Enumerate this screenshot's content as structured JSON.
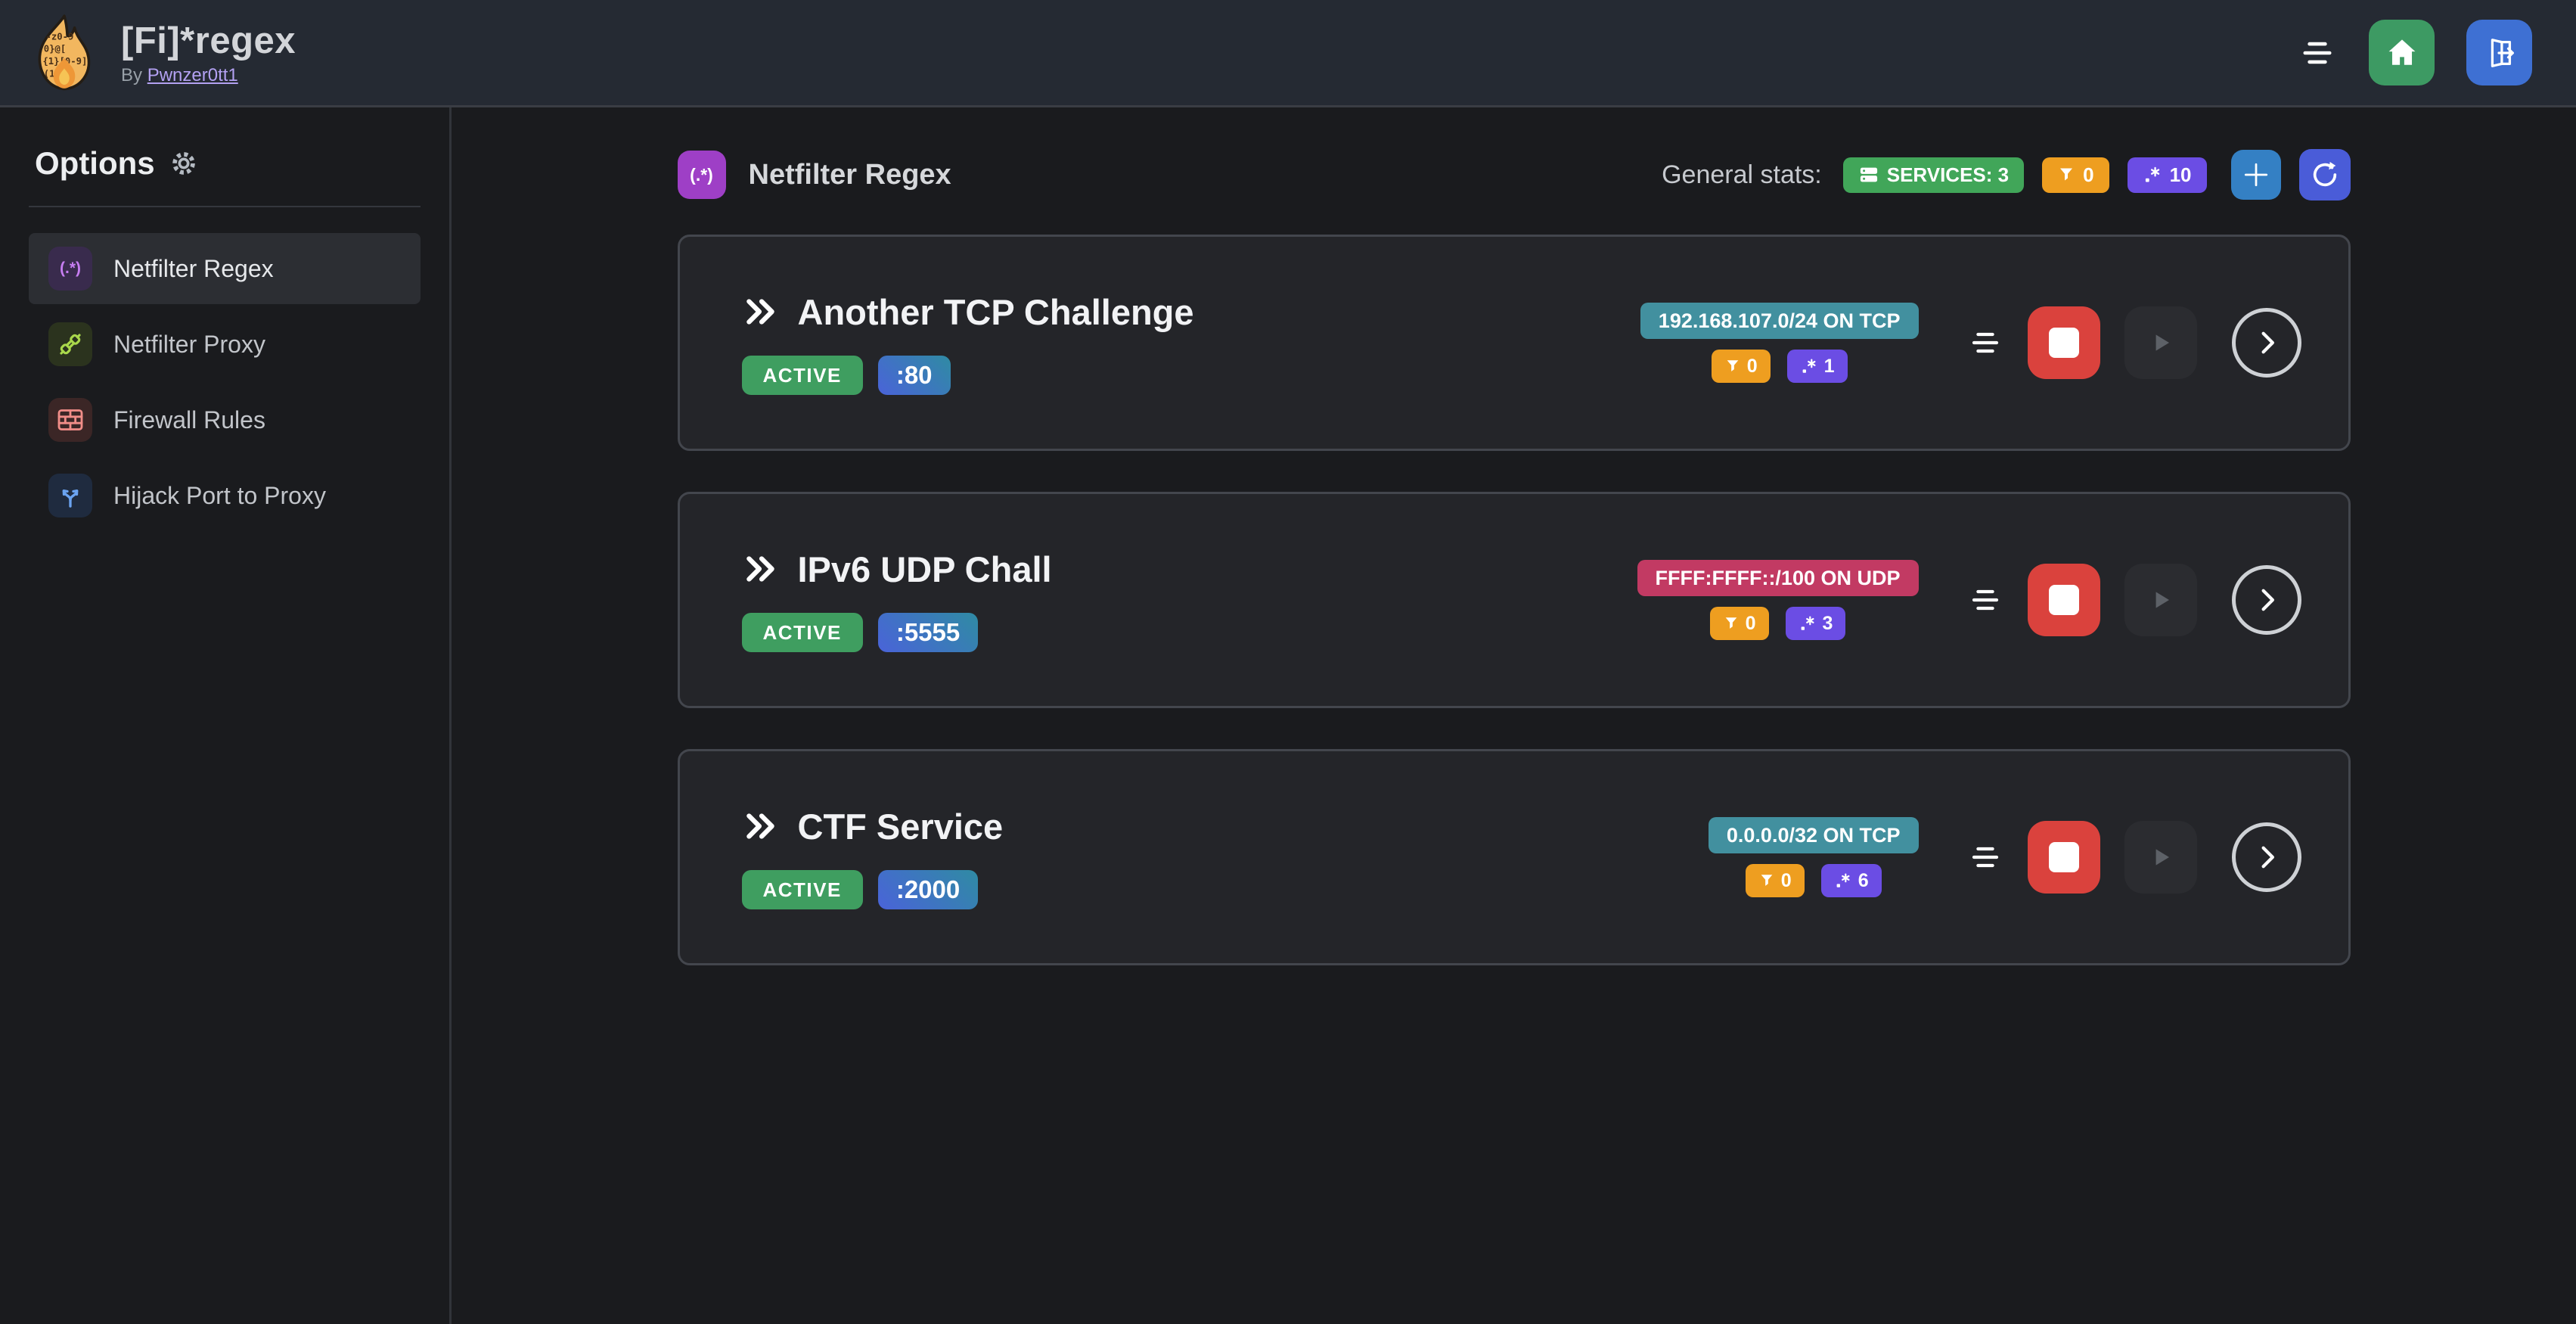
{
  "header": {
    "title": "[Fi]*regex",
    "byline": {
      "prefix": "By",
      "author": "Pwnzer0tt1"
    },
    "logo_lines": [
      "-z0-9",
      "0}@[",
      "{1}[0-9]",
      "(1  z]"
    ]
  },
  "sidebar": {
    "heading": "Options",
    "items": [
      {
        "label": "Netfilter Regex",
        "icon": "regex-paren-star",
        "icon_text": "(.*)",
        "selected": true
      },
      {
        "label": "Netfilter Proxy",
        "icon": "plug-connected",
        "selected": false
      },
      {
        "label": "Firewall Rules",
        "icon": "brick-wall",
        "selected": false
      },
      {
        "label": "Hijack Port to Proxy",
        "icon": "split-arrows",
        "selected": false
      }
    ]
  },
  "main": {
    "section": {
      "icon_text": "(.*)",
      "title": "Netfilter Regex"
    },
    "stats": {
      "label": "General stats:",
      "services_badge": "SERVICES: 3",
      "filters_badge": "0",
      "regexes_badge": "10"
    },
    "services": [
      {
        "name": "Another TCP Challenge",
        "status": "ACTIVE",
        "port": ":80",
        "target": "192.168.107.0/24 ON TCP",
        "target_color": "teal",
        "filters": "0",
        "regexes": "1"
      },
      {
        "name": "IPv6 UDP Chall",
        "status": "ACTIVE",
        "port": ":5555",
        "target": "FFFF:FFFF::/100 ON UDP",
        "target_color": "pink",
        "filters": "0",
        "regexes": "3"
      },
      {
        "name": "CTF Service",
        "status": "ACTIVE",
        "port": ":2000",
        "target": "0.0.0.0/32 ON TCP",
        "target_color": "teal",
        "filters": "0",
        "regexes": "6"
      }
    ]
  },
  "colors": {
    "link": "#b3a1f2",
    "badge-green": "#41a659",
    "badge-orange": "#ee9e20",
    "badge-violet": "#6b4de4",
    "badge-teal": "#42909f",
    "badge-pink": "#c23a63",
    "active-green": "#3f9e60",
    "grad-from": "#4a63d9",
    "grad-to": "#2f8ba3",
    "btn-stop": "#da423d",
    "btn-home": "#3d9a63",
    "btn-logout": "#3e70d3",
    "btn-add": "#3480c4",
    "btn-refresh": "#4a5cd8",
    "section-purple": "#9e3fc6"
  }
}
